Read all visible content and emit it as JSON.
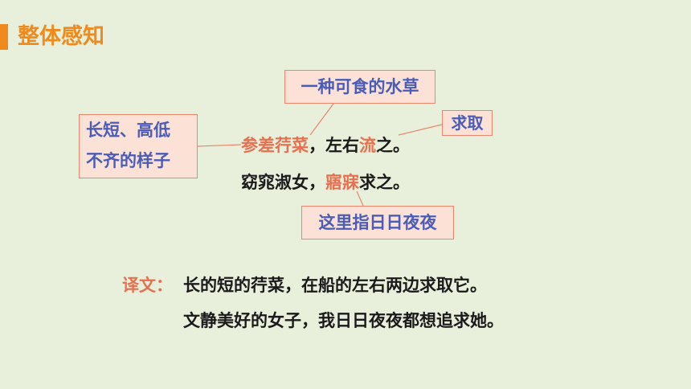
{
  "header": {
    "title": "整体感知"
  },
  "annotations": {
    "water_plant": "一种可食的水草",
    "seek": "求取",
    "uneven_line1": "长短、高低",
    "uneven_line2": "不齐的样子",
    "day_night": "这里指日日夜夜"
  },
  "poem": {
    "line1": {
      "part1": "参差荇菜",
      "part2": "，左右",
      "part3": "流",
      "part4": "之。"
    },
    "line2": {
      "part1": "窈窕淑女，",
      "part2": "寤寐",
      "part3": "求之。"
    }
  },
  "translation": {
    "label": "译文：",
    "line1": "长的短的荇菜，在船的左右两边求取它。",
    "line2": "文静美好的女子，我日日夜夜都想追求她。"
  },
  "colors": {
    "accent": "#f08a1c",
    "highlight": "#e8704f",
    "box_fill": "#fbe1d6",
    "box_text": "#4a5cb8",
    "background": "#e8f0dc"
  }
}
